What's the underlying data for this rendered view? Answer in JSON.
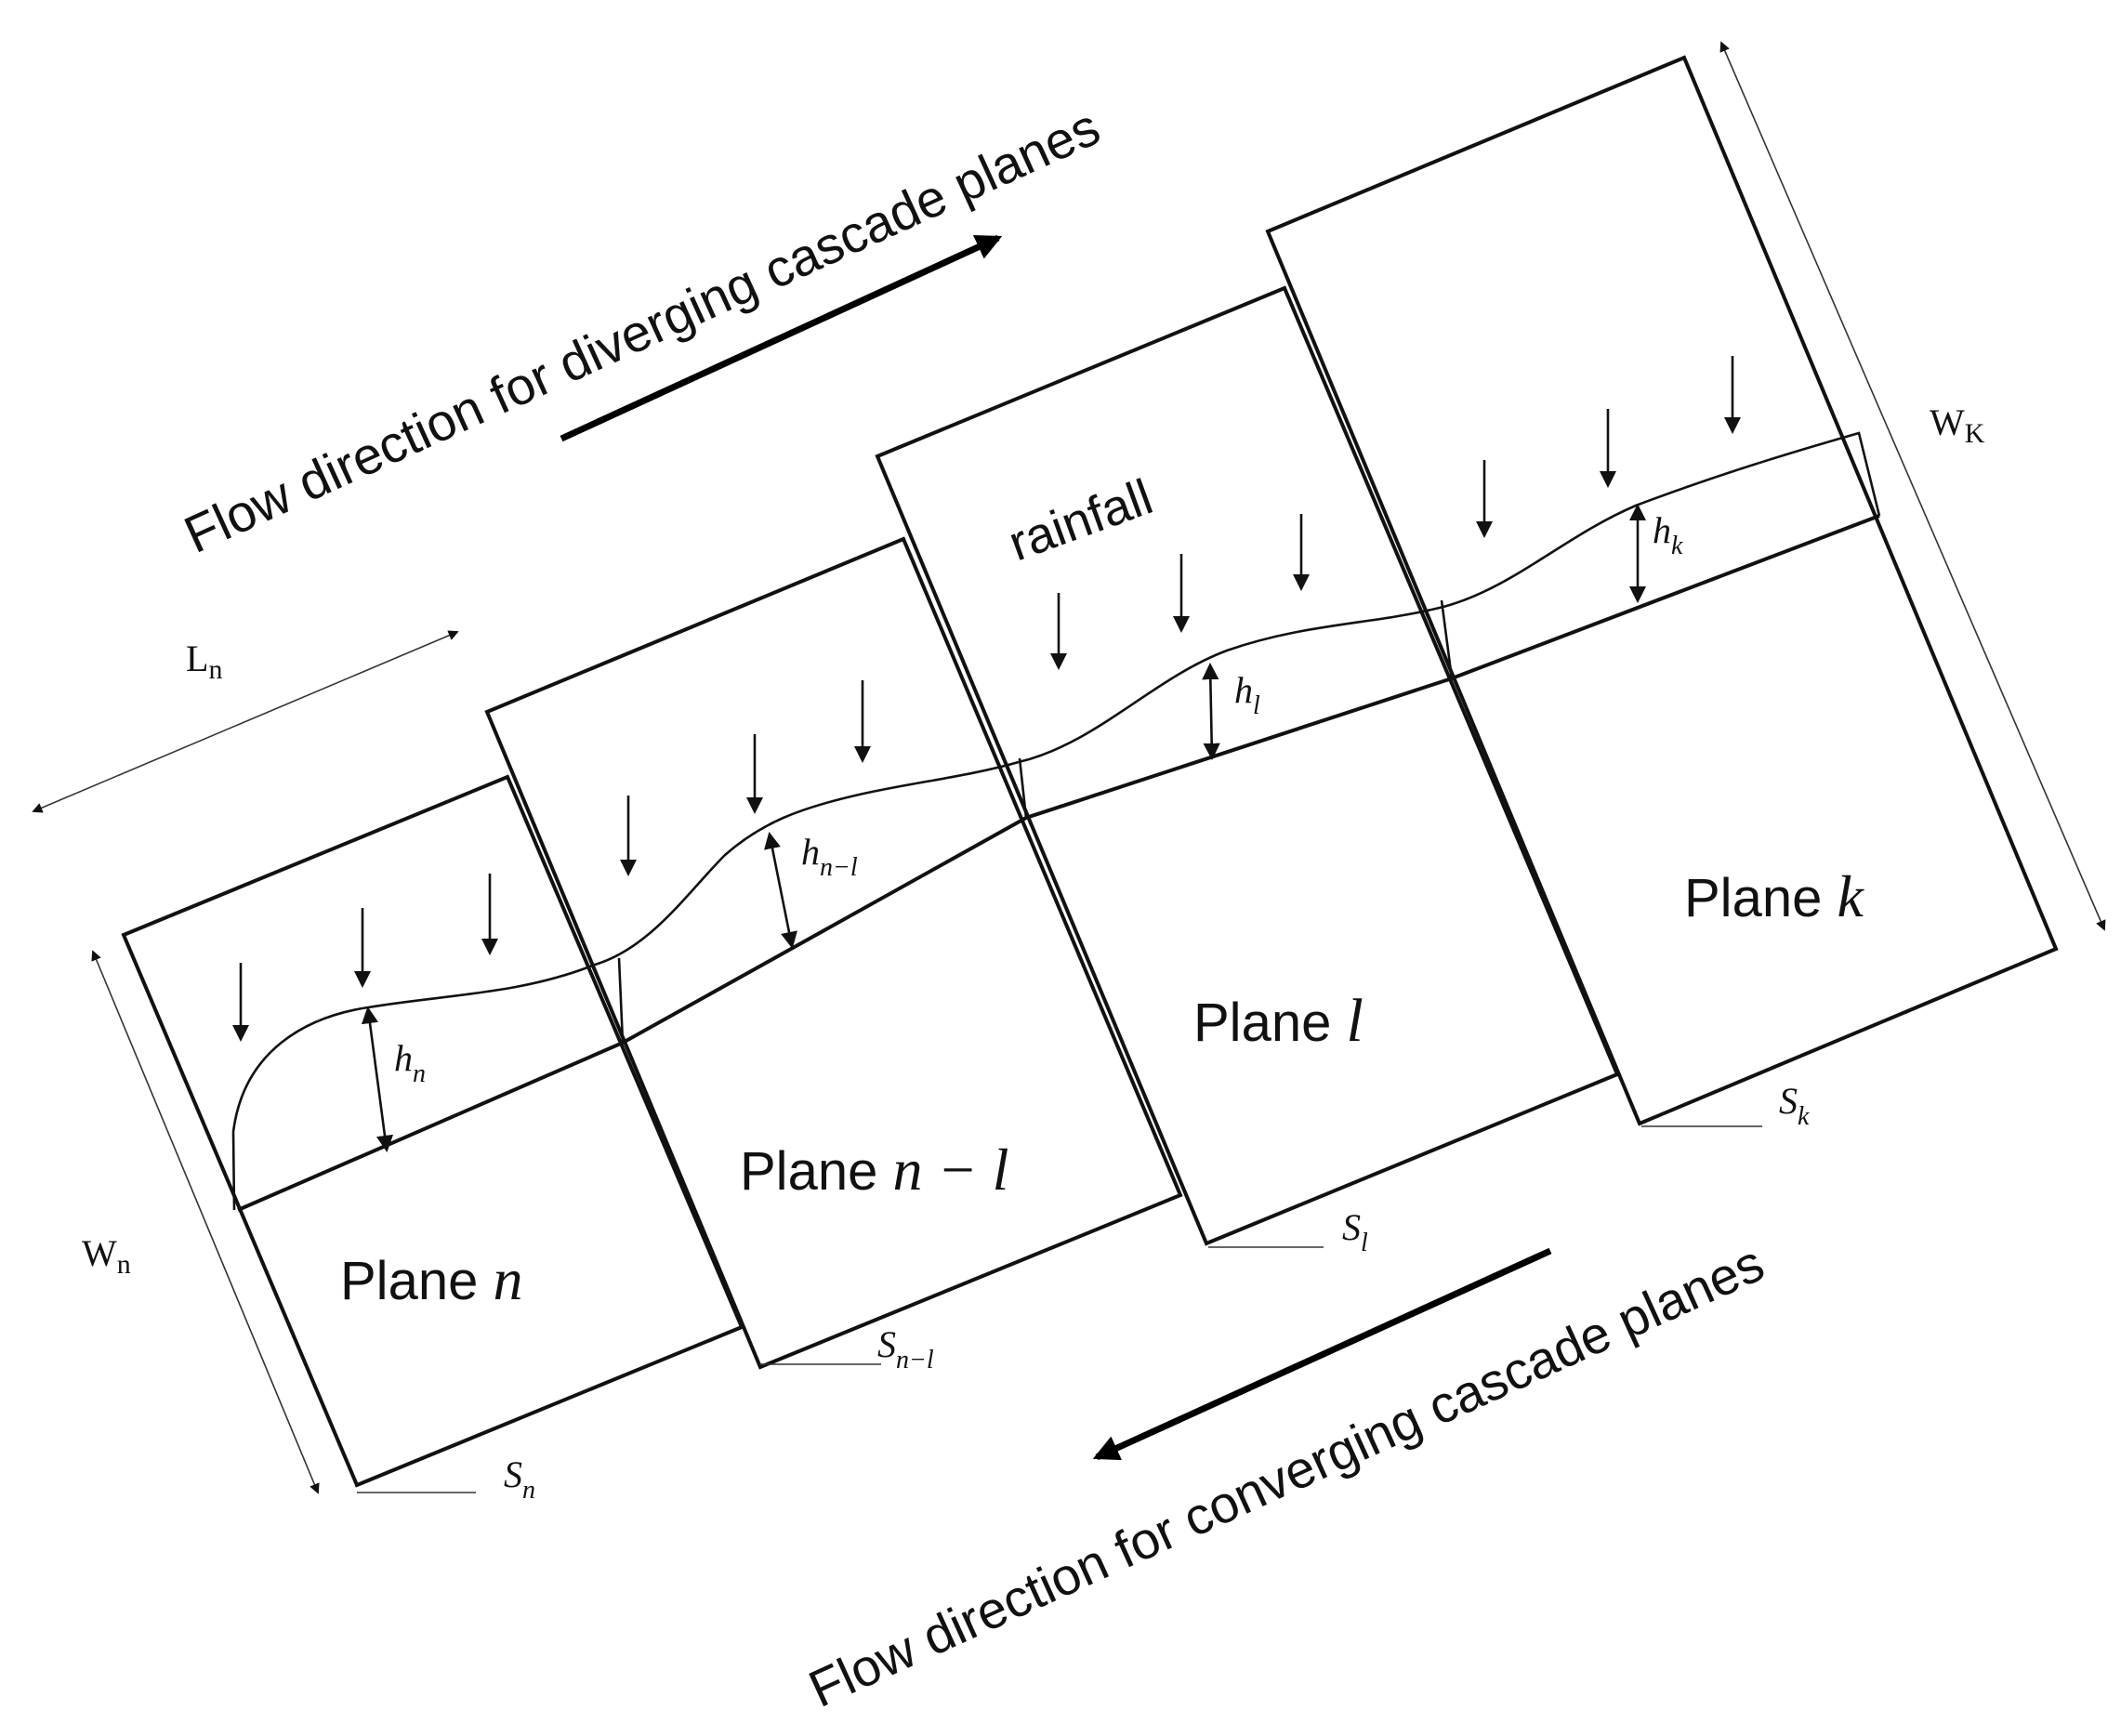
{
  "flow_labels": {
    "diverging": "Flow direction for diverging cascade planes",
    "converging": "Flow direction for converging cascade planes"
  },
  "rainfall": "rainfall",
  "planes": [
    {
      "prefix": "Plane ",
      "var": "n"
    },
    {
      "prefix": "Plane ",
      "var": "n − l"
    },
    {
      "prefix": "Plane  ",
      "var": "l"
    },
    {
      "prefix": "Plane  ",
      "var": "k"
    }
  ],
  "depths": [
    {
      "base": "h",
      "sub": "n"
    },
    {
      "base": "h",
      "sub": "n−l"
    },
    {
      "base": "h",
      "sub": "l"
    },
    {
      "base": "h",
      "sub": "k"
    }
  ],
  "slopes": [
    {
      "base": "S",
      "sub": "n"
    },
    {
      "base": "S",
      "sub": "n−l"
    },
    {
      "base": "S",
      "sub": "l"
    },
    {
      "base": "S",
      "sub": "k"
    }
  ],
  "dimensions": {
    "length": {
      "base": "L",
      "sub": "n"
    },
    "width_n": {
      "base": "W",
      "sub": "n"
    },
    "width_k": {
      "base": "W",
      "sub": "K"
    }
  }
}
